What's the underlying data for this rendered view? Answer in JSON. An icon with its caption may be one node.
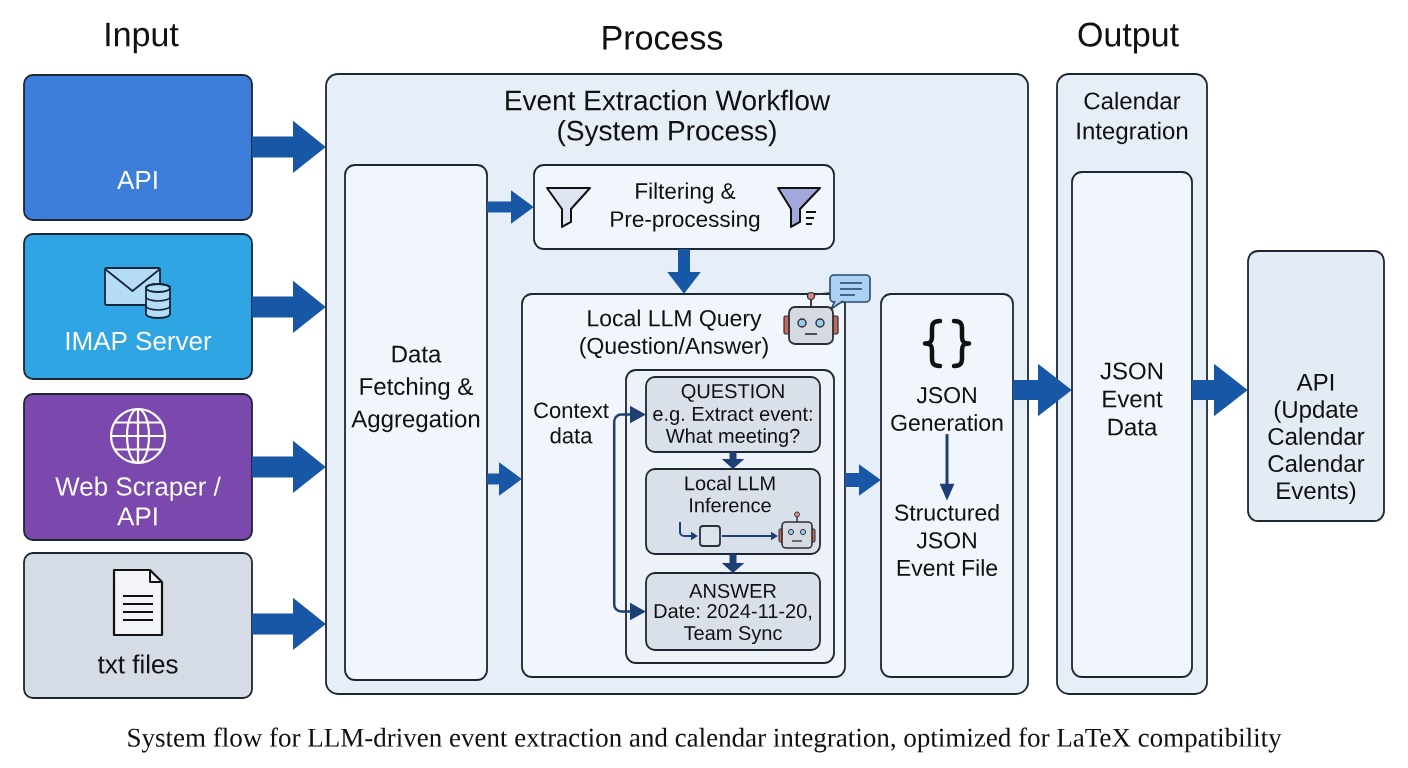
{
  "diagram": {
    "caption": "System flow for LLM-driven event extraction and calendar integration, optimized for LaTeX compatibility",
    "nodes": [
      {
        "text": [
          "API"
        ]
      },
      {
        "text": [
          "IMAP Server"
        ]
      },
      {
        "text": [
          "Web Scraper / API"
        ]
      },
      {
        "text": [
          "txt files"
        ]
      },
      {
        "text": [
          "Event Extraction Workflow (System Process)"
        ]
      },
      {
        "text": [
          "Data Fetching & Aggregation"
        ],
        "in": 4
      },
      {
        "text": [
          "Filtering & Pre-processing"
        ],
        "in": 4
      },
      {
        "text": [
          "Local LLM Query (Question/Answer)"
        ],
        "in": 4
      },
      {
        "text": [
          "Context data"
        ],
        "in": 7
      },
      {
        "text": [],
        "shape": "box",
        "in": 7
      },
      {
        "text": [
          "QUESTION",
          "e.g. Extract event: What meeting?"
        ],
        "in": 9
      },
      {
        "text": [
          "Local LLM Inference"
        ],
        "in": 9
      },
      {
        "text": [
          "ANSWER",
          "Date: 2024-11-20, Team Sync"
        ],
        "in": 9
      },
      {
        "text": [],
        "shape": "box",
        "in": 4
      },
      {
        "text": [
          "JSON Generation"
        ],
        "in": 13
      },
      {
        "text": [
          "Structured JSON Event File"
        ],
        "in": 13
      },
      {
        "text": [
          "Calendar Integration"
        ]
      },
      {
        "text": [
          "JSON Event Data"
        ],
        "in": 16
      },
      {
        "text": [
          "API (Update Calendar Calendar Events)"
        ]
      }
    ],
    "edges": [
      {
        "from": 0,
        "to": 4,
        "arrow": "to"
      },
      {
        "from": 1,
        "to": 4,
        "arrow": "to"
      },
      {
        "from": 2,
        "to": 4,
        "arrow": "to"
      },
      {
        "from": 3,
        "to": 4,
        "arrow": "to"
      },
      {
        "from": 5,
        "to": 6,
        "arrow": "to"
      },
      {
        "from": 6,
        "to": 7,
        "arrow": "to"
      },
      {
        "from": 5,
        "to": 7,
        "arrow": "to"
      },
      {
        "from": 7,
        "to": 13,
        "arrow": "to"
      },
      {
        "from": 13,
        "to": 17,
        "arrow": "to"
      },
      {
        "from": 17,
        "to": 18,
        "arrow": "to"
      },
      {
        "from": 8,
        "to": 10,
        "arrow": "to"
      },
      {
        "from": 8,
        "to": 12,
        "arrow": "to"
      },
      {
        "from": 10,
        "to": 11,
        "arrow": "to"
      },
      {
        "from": 11,
        "to": 12,
        "arrow": "to"
      },
      {
        "from": 14,
        "to": 15,
        "arrow": "to"
      }
    ],
    "labels": [
      "Input",
      "Process",
      "Output"
    ]
  }
}
